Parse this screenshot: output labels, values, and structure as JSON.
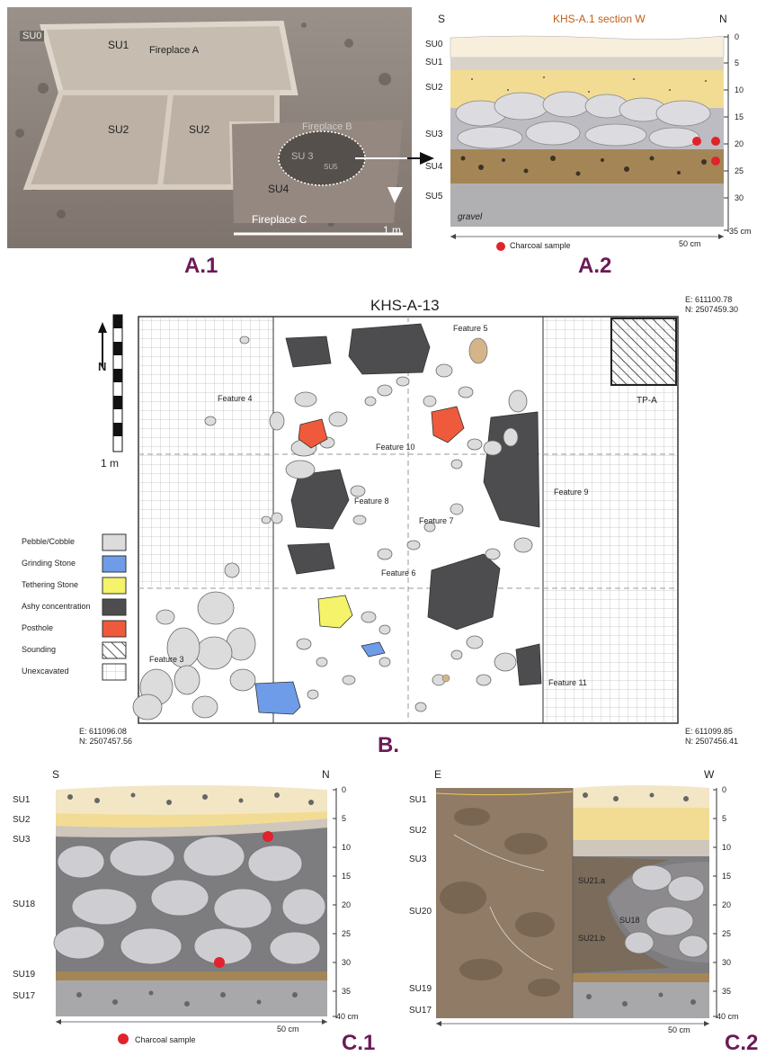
{
  "panels": {
    "a1": {
      "label": "A.1"
    },
    "a2": {
      "label": "A.2"
    },
    "b": {
      "label": "B."
    },
    "c1": {
      "label": "C.1"
    },
    "c2": {
      "label": "C.2"
    }
  },
  "photo_a1": {
    "labels": [
      "SU0",
      "SU1",
      "Fireplace A",
      "SU2",
      "SU2",
      "Fireplace B",
      "SU 3",
      "SU5",
      "SU4",
      "Fireplace C"
    ],
    "scale": "1 m"
  },
  "section_a2": {
    "title": "KHS-A.1 section W",
    "left_dir": "S",
    "right_dir": "N",
    "units": [
      "SU0",
      "SU1",
      "SU2",
      "SU3",
      "SU4",
      "SU5"
    ],
    "depth_ticks": [
      "0",
      "5",
      "10",
      "15",
      "20",
      "25",
      "30",
      "35 cm"
    ],
    "gravel": "gravel",
    "scale": "50 cm",
    "legend": "Charcoal sample"
  },
  "plan_b": {
    "title": "KHS-A-13",
    "coord_tr": [
      "E: 611100.78",
      "N: 2507459.30"
    ],
    "coord_bl": [
      "E: 611096.08",
      "N: 2507457.56"
    ],
    "coord_br": [
      "E: 611099.85",
      "N: 2507456.41"
    ],
    "north": "N",
    "scale": "1 m",
    "features": [
      "Feature 5",
      "Feature 4",
      "Feature 10",
      "Feature 8",
      "Feature 9",
      "Feature 7",
      "Feature 6",
      "Feature 3",
      "Feature 11"
    ],
    "tp": "TP-A",
    "legend": [
      {
        "label": "Pebble/Cobble",
        "color": "#dcdcdc"
      },
      {
        "label": "Grinding Stone",
        "color": "#6f9ce8"
      },
      {
        "label": "Tethering Stone",
        "color": "#f4f36a"
      },
      {
        "label": "Ashy concentration",
        "color": "#4d4d4f"
      },
      {
        "label": "Posthole",
        "color": "#ef5a3c"
      },
      {
        "label": "Sounding",
        "color": "hatch"
      },
      {
        "label": "Unexcavated",
        "color": "grid"
      }
    ]
  },
  "section_c1": {
    "left_dir": "S",
    "right_dir": "N",
    "units": [
      "SU1",
      "SU2",
      "SU3",
      "SU18",
      "SU19",
      "SU17"
    ],
    "depth_ticks": [
      "0",
      "5",
      "10",
      "15",
      "20",
      "25",
      "30",
      "35",
      "40 cm"
    ],
    "scale": "50 cm",
    "legend": "Charcoal sample"
  },
  "section_c2": {
    "left_dir": "E",
    "right_dir": "W",
    "units": [
      "SU1",
      "SU2",
      "SU3",
      "SU20",
      "SU19",
      "SU17"
    ],
    "inner_labels": [
      "SU21.a",
      "SU18",
      "SU21.b"
    ],
    "depth_ticks": [
      "0",
      "5",
      "10",
      "15",
      "20",
      "25",
      "30",
      "35",
      "40 cm"
    ],
    "scale": "50 cm"
  }
}
